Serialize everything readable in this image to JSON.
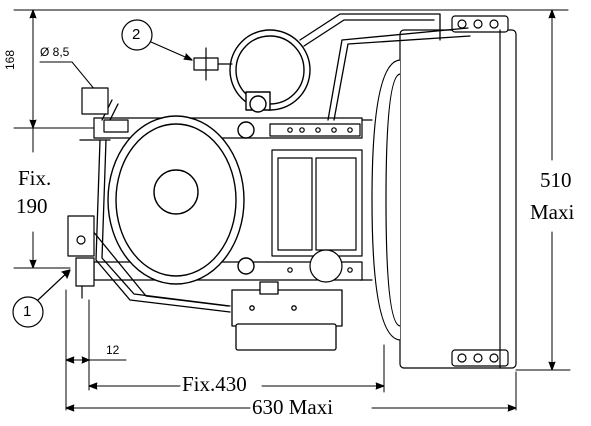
{
  "dimensions": {
    "height_top": "168",
    "pipe_diameter": "Ø 8,5",
    "fix_height_label": "Fix.",
    "fix_height_value": "190",
    "max_height_value": "510",
    "max_height_label": "Maxi",
    "offset_12": "12",
    "fix_width": "Fix.430",
    "max_width": "630 Maxi"
  },
  "callouts": {
    "callout_1": "1",
    "callout_2": "2"
  },
  "colors": {
    "line": "#000000",
    "background": "#ffffff"
  }
}
